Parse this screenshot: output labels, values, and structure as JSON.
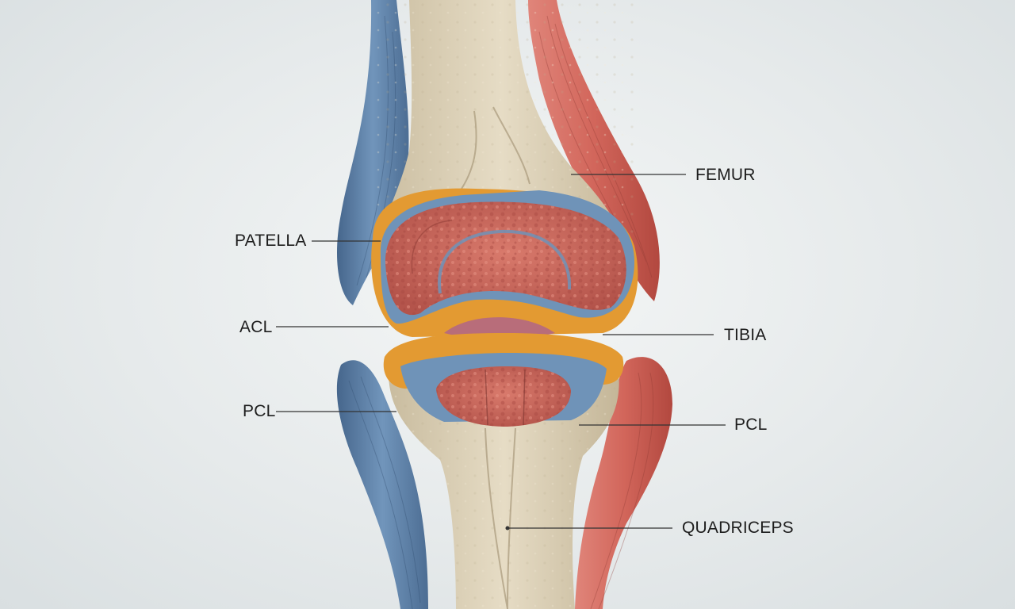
{
  "labels": {
    "femur": "FEMUR",
    "patella": "PATELLA",
    "acl": "ACL",
    "tibia": "TIBIA",
    "pcl_left": "PCL",
    "pcl_right": "PCL",
    "quadriceps": "QUADRICEPS"
  },
  "colors": {
    "background": "#e6eaeb",
    "bone": "#d8cdb4",
    "cartilage_blue": "#6f93b8",
    "fat_orange": "#e39a32",
    "tissue_red": "#c8645c",
    "muscle_red": "#d06a60",
    "muscle_blue": "#5c7fa6",
    "leader_line": "#333333"
  }
}
